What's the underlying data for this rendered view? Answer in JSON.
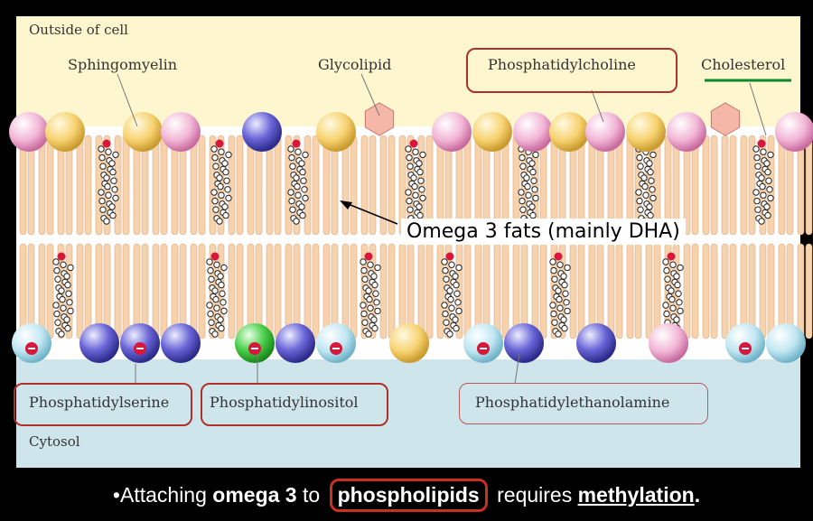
{
  "regions": {
    "outside": "Outside of cell",
    "inside": "Cytosol"
  },
  "labels": {
    "sphingomyelin": "Sphingomyelin",
    "glycolipid": "Glycolipid",
    "phosphatidylcholine": "Phosphatidylcholine",
    "cholesterol": "Cholesterol",
    "phosphatidylserine": "Phosphatidylserine",
    "phosphatidylinositol": "Phosphatidylinositol",
    "phosphatidylethanolamine": "Phosphatidylethanolamine"
  },
  "callout": "Omega 3 fats (mainly DHA)",
  "caption": {
    "bullet": "•",
    "part1": "Attaching ",
    "bold1": "omega 3",
    "part2": " to ",
    "bold2": "phospholipids",
    "part3": " requires ",
    "bold3": "methylation",
    "end": "."
  },
  "colors": {
    "outside_bg": "#fdf6cf",
    "cytosol_bg": "#cfe5ec",
    "tail": "#f7d3ad",
    "tail_stroke": "#d9a983",
    "highlight_box": "#b0302a",
    "cholesterol_underline": "#0a8a2a"
  }
}
